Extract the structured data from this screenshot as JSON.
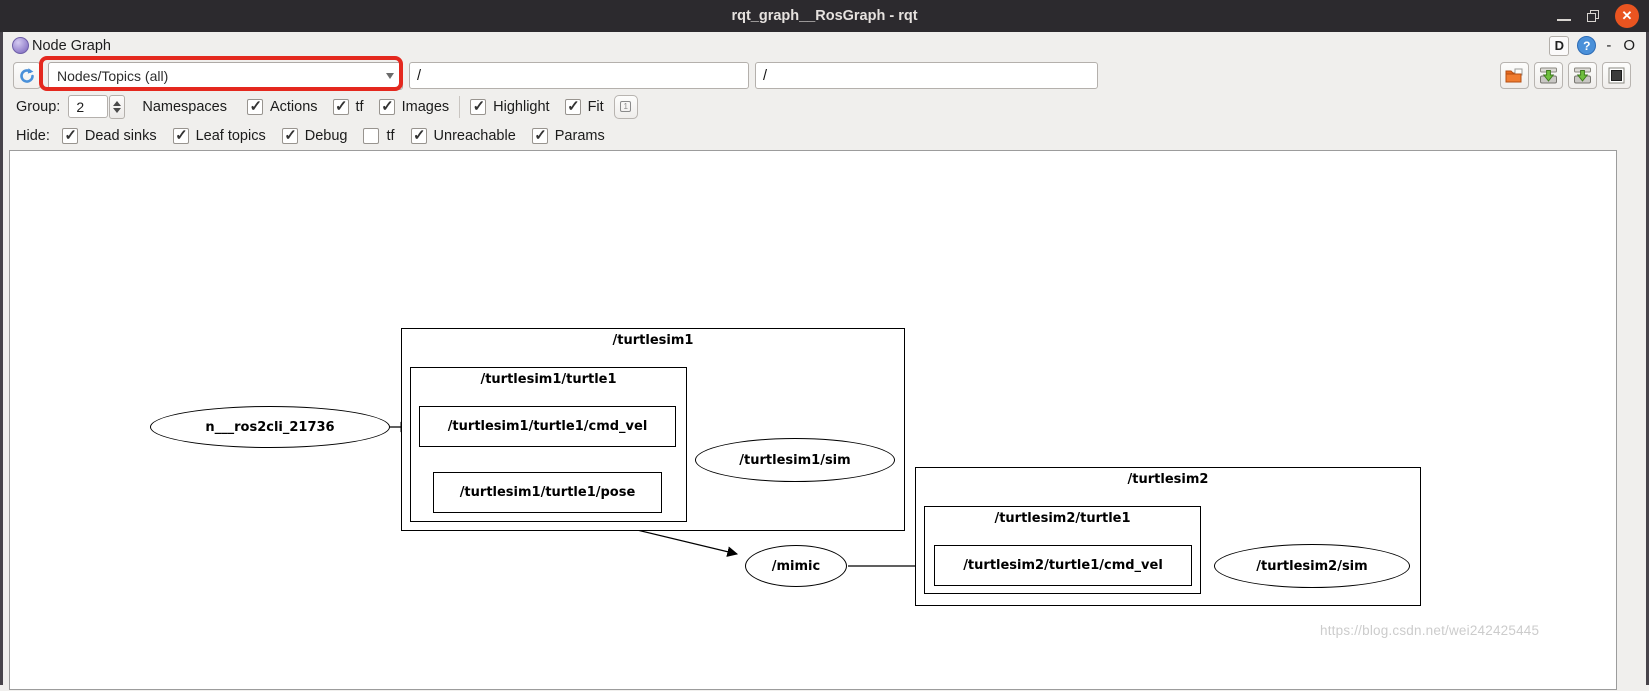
{
  "window": {
    "title": "rqt_graph__RosGraph - rqt",
    "close_glyph": "✕",
    "colors": {
      "titlebar_bg": "#2c2a2e",
      "close_button": "#e95420",
      "annotation_red": "#e4281e",
      "help_blue": "#4a90d9",
      "plugin_purple": "#8f7cc9"
    }
  },
  "dock": {
    "title": "Node Graph",
    "dock_button_label": "D",
    "help_label": "?",
    "minimize_glyph": "-",
    "float_glyph": "O"
  },
  "toolbar": {
    "view_select": {
      "value": "Nodes/Topics (all)"
    },
    "filter1": {
      "value": "/"
    },
    "filter2": {
      "value": "/"
    },
    "icons": {
      "refresh": "circular-arrow",
      "open": "orange-folder",
      "save_dot": "drive-with-green-down-arrow",
      "save_image": "drive-with-green-down-arrow",
      "screenshot": "dark-filled-square",
      "zoom_one": "small-square-1"
    }
  },
  "options": {
    "group_label": "Group:",
    "group_value": "2",
    "namespaces_label": "Namespaces",
    "checkboxes": [
      {
        "label": "Actions",
        "checked": true
      },
      {
        "label": "tf",
        "checked": true
      },
      {
        "label": "Images",
        "checked": true
      },
      {
        "label": "Highlight",
        "checked": true
      },
      {
        "label": "Fit",
        "checked": true
      }
    ]
  },
  "hide": {
    "label": "Hide:",
    "checkboxes": [
      {
        "label": "Dead sinks",
        "checked": true
      },
      {
        "label": "Leaf topics",
        "checked": true
      },
      {
        "label": "Debug",
        "checked": true
      },
      {
        "label": "tf",
        "checked": false
      },
      {
        "label": "Unreachable",
        "checked": true
      },
      {
        "label": "Params",
        "checked": true
      }
    ]
  },
  "graph": {
    "nodes": {
      "ros2cli": "n___ros2cli_21736",
      "turtlesim1": "/turtlesim1",
      "turtlesim1_turtle1": "/turtlesim1/turtle1",
      "turtlesim1_cmd_vel": "/turtlesim1/turtle1/cmd_vel",
      "turtlesim1_pose": "/turtlesim1/turtle1/pose",
      "turtlesim1_sim": "/turtlesim1/sim",
      "mimic": "/mimic",
      "turtlesim2": "/turtlesim2",
      "turtlesim2_turtle1": "/turtlesim2/turtle1",
      "turtlesim2_cmd_vel": "/turtlesim2/turtle1/cmd_vel",
      "turtlesim2_sim": "/turtlesim2/sim"
    },
    "edges": [
      {
        "from": "n___ros2cli_21736",
        "to": "/turtlesim1/turtle1/cmd_vel"
      },
      {
        "from": "/turtlesim1/turtle1/cmd_vel",
        "to": "/turtlesim1/sim"
      },
      {
        "from": "/turtlesim1/sim",
        "to": "/turtlesim1/turtle1/pose"
      },
      {
        "from": "/turtlesim1/turtle1/pose",
        "to": "/mimic"
      },
      {
        "from": "/mimic",
        "to": "/turtlesim2/turtle1/cmd_vel"
      },
      {
        "from": "/turtlesim2/turtle1/cmd_vel",
        "to": "/turtlesim2/sim"
      }
    ],
    "watermark": "https://blog.csdn.net/wei242425445"
  }
}
